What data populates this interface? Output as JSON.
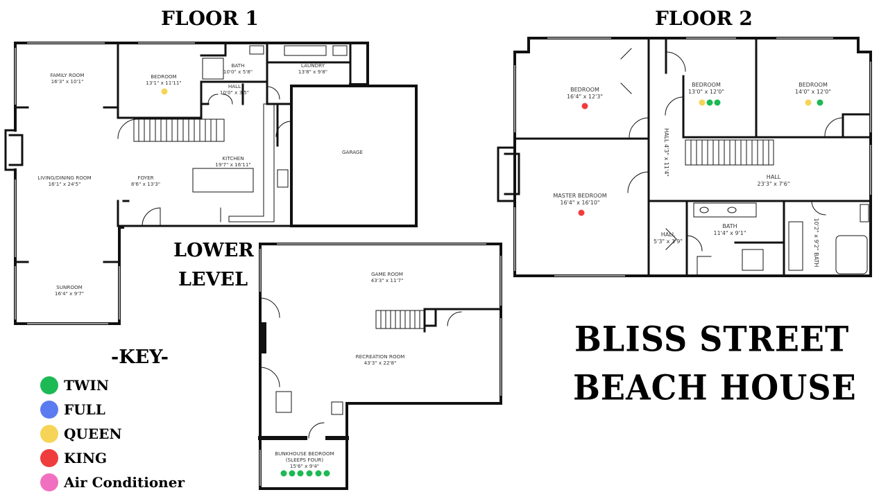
{
  "headings": {
    "floor1": "FLOOR 1",
    "floor2": "FLOOR 2",
    "lower_line1": "LOWER",
    "lower_line2": "LEVEL"
  },
  "title": {
    "line1": "BLISS STREET",
    "line2": "BEACH HOUSE"
  },
  "key": {
    "title": "-KEY-",
    "items": [
      {
        "label": "TWIN",
        "color": "#1db954"
      },
      {
        "label": "FULL",
        "color": "#5b7cf0"
      },
      {
        "label": "QUEEN",
        "color": "#f5d457"
      },
      {
        "label": "KING",
        "color": "#ef3d3d"
      },
      {
        "label": "Air Conditioner",
        "color": "#f06fc0"
      }
    ]
  },
  "rooms": {
    "family_room": {
      "name": "FAMILY ROOM",
      "size": "16'3\" x 10'1\""
    },
    "bedroom_f1": {
      "name": "BEDROOM",
      "size": "13'1\" x 11'11\""
    },
    "bath_f1": {
      "name": "BATH",
      "size": "10'0\" x 5'8\""
    },
    "laundry": {
      "name": "LAUNDRY",
      "size": "13'8\" x 9'8\""
    },
    "hall_f1": {
      "name": "HALL",
      "size": "10'0\" x 3'5\""
    },
    "kitchen": {
      "name": "KITCHEN",
      "size": "19'7\" x 16'11\""
    },
    "garage": {
      "name": "GARAGE",
      "size": ""
    },
    "living_dining": {
      "name": "LIVING/DINING ROOM",
      "size": "16'1\" x 24'5\""
    },
    "foyer": {
      "name": "FOYER",
      "size": "8'6\" x 13'3\""
    },
    "sunroom": {
      "name": "SUNROOM",
      "size": "16'4\" x 9'7\""
    },
    "game_room": {
      "name": "GAME ROOM",
      "size": "43'3\" x 11'7\""
    },
    "recreation_room": {
      "name": "RECREATION ROOM",
      "size": "43'3\" x 22'8\""
    },
    "bunkhouse": {
      "name": "BUNKHOUSE BEDROOM",
      "note": "(SLEEPS FOUR)",
      "size": "15'6\" x 9'4\""
    },
    "bedroom_f2_a": {
      "name": "BEDROOM",
      "size": "16'4\" x 12'3\""
    },
    "bedroom_f2_b": {
      "name": "BEDROOM",
      "size": "13'0\" x 12'0\""
    },
    "bedroom_f2_c": {
      "name": "BEDROOM",
      "size": "14'0\" x 12'0\""
    },
    "hall_f2_vertical": {
      "name": "HALL",
      "size": "4'3\" x 11'4\""
    },
    "hall_f2_main": {
      "name": "HALL",
      "size": "23'3\" x 7'6\""
    },
    "master_bedroom": {
      "name": "MASTER BEDROOM",
      "size": "16'4\" x 16'10\""
    },
    "bath_f2_a": {
      "name": "BATH",
      "size": "11'4\" x 9'1\""
    },
    "bath_f2_b": {
      "name": "BATH",
      "size": "10'2\" x 9'2\""
    },
    "hall_f2_small": {
      "name": "HALL",
      "size": "5'3\" x 3'9\""
    }
  },
  "beds": {
    "bedroom_f1": [
      "queen"
    ],
    "bedroom_f2_a": [
      "king"
    ],
    "bedroom_f2_b": [
      "queen",
      "twin",
      "twin"
    ],
    "bedroom_f2_c": [
      "queen",
      "twin"
    ],
    "master_bedroom": [
      "king"
    ],
    "bunkhouse": [
      "twin",
      "twin",
      "twin",
      "twin",
      "twin",
      "twin"
    ]
  }
}
